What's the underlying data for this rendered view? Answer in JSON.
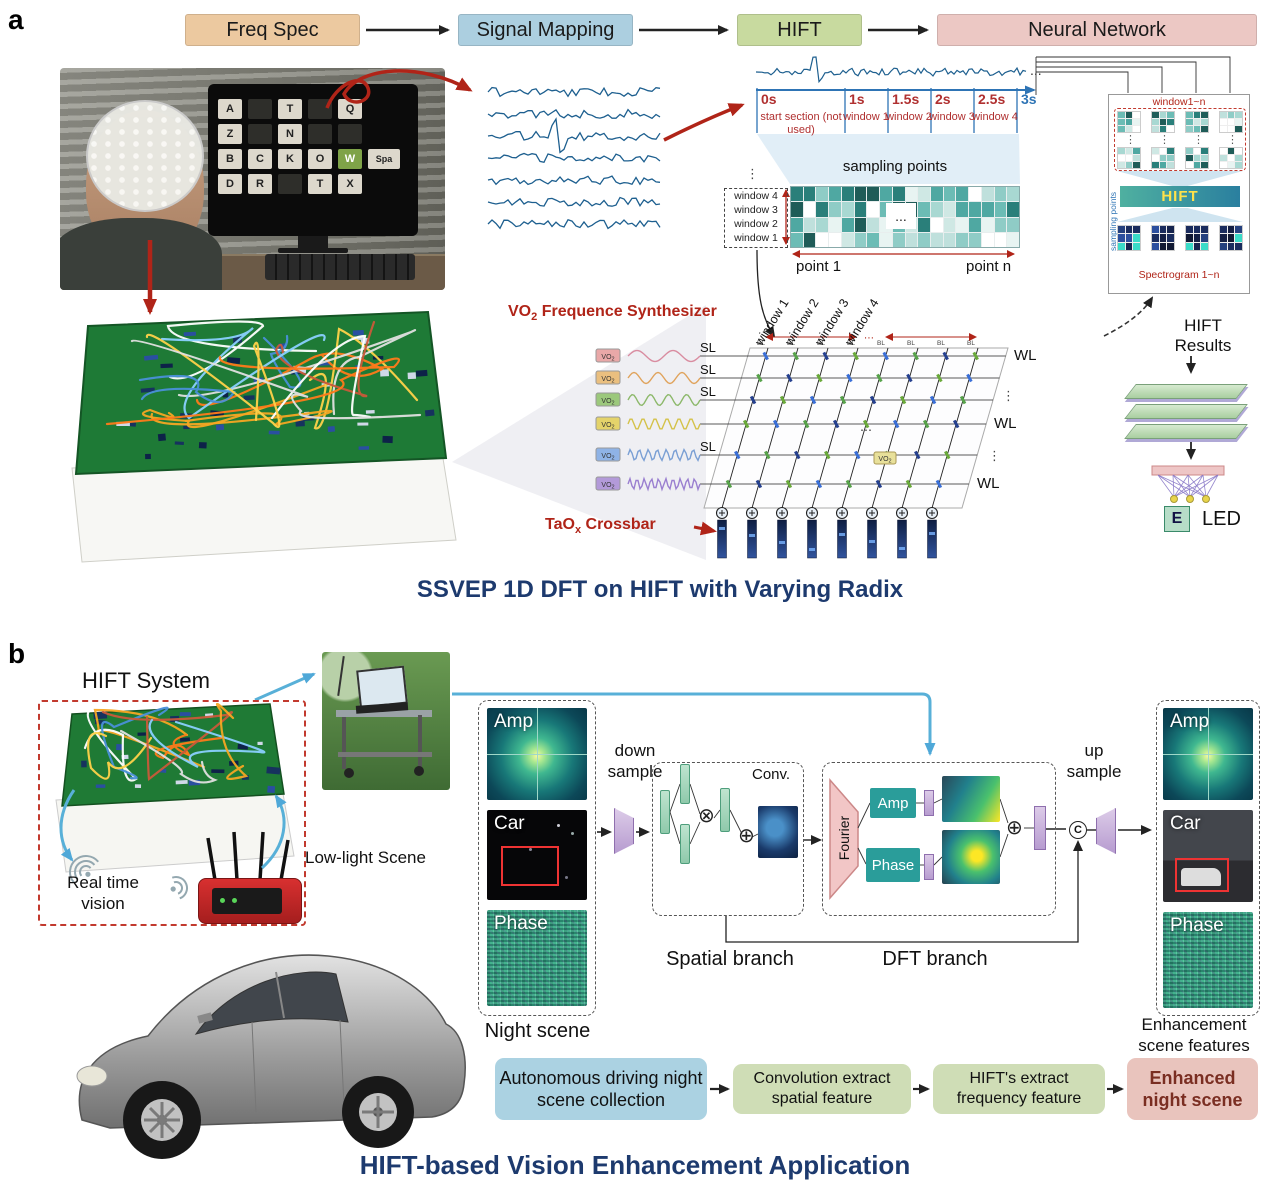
{
  "colors": {
    "accent_red": "#b02418",
    "caption_blue": "#1d3a6e",
    "axis_blue": "#2e74b5",
    "teal": "#2a9d9a",
    "flow_a": [
      "#ecc9a0",
      "#accfe0",
      "#c8da9f",
      "#ecc8c4"
    ],
    "flow_b": [
      "#abd2e2",
      "#cfddb6",
      "#cfddb6",
      "#e9c4bd"
    ]
  },
  "panel_a": {
    "label": "a",
    "flow": [
      {
        "label": "Freq Spec"
      },
      {
        "label": "Signal Mapping"
      },
      {
        "label": "HIFT"
      },
      {
        "label": "Neural Network"
      }
    ],
    "monitor": {
      "rows": [
        [
          "A",
          "",
          "T",
          "",
          "Q"
        ],
        [
          "Z",
          "",
          "N",
          "",
          ""
        ],
        [
          "B",
          "C",
          "K",
          "O",
          "W",
          "Spa"
        ],
        [
          "D",
          "R",
          "",
          "T",
          "X"
        ]
      ],
      "highlight": "W"
    },
    "timeline": {
      "ticks": [
        "0s",
        "1s",
        "1.5s",
        "2s",
        "2.5s",
        "3s"
      ],
      "segments": [
        "start section (not used)",
        "window 1",
        "window 2",
        "window 3",
        "window 4"
      ],
      "ellipsis": "..."
    },
    "sampling_points": "sampling points",
    "window_rows": [
      "window 4",
      "window 3",
      "window 2",
      "window 1"
    ],
    "dots_vertical": "⋮",
    "point_start": "point 1",
    "point_end": "point n",
    "grid_ellipsis": "...",
    "spect_panel": {
      "top_label": "window1~n",
      "side_label": "sampling points",
      "hift": "HIFT",
      "bottom_label": "Spectrogram 1~n",
      "dots": "⋮"
    },
    "vo2_synth": {
      "p": "VO",
      "s": "2",
      "rest": " Frequence Synthesizer"
    },
    "taox": {
      "p": "TaO",
      "s": "x",
      "rest": " Crossbar"
    },
    "chip": {
      "p": "VO",
      "s": "2"
    },
    "sl": "SL",
    "wl": "WL",
    "bl": "BL",
    "col_windows": [
      "window 1",
      "window 2",
      "window 3",
      "window 4"
    ],
    "crossbar_ellipsis": "⋯",
    "hift_results": "HIFT Results",
    "e_label": "E",
    "led_label": "LED",
    "caption": "SSVEP 1D DFT on HIFT with Varying Radix"
  },
  "panel_b": {
    "label": "b",
    "hift_system": "HIFT System",
    "real_time_vision": "Real time vision",
    "low_light": "Low-light Scene",
    "night_images": [
      "Amp",
      "Car",
      "Phase"
    ],
    "night_scene": "Night scene",
    "down_sample": "down sample",
    "up_sample": "up sample",
    "conv": "Conv.",
    "fourier": "Fourier",
    "dft_amp": "Amp",
    "dft_phase": "Phase",
    "spatial_branch": "Spatial branch",
    "dft_branch": "DFT branch",
    "ops": {
      "mult": "⊗",
      "add": "⊕",
      "concat": "C"
    },
    "enh_images": [
      "Amp",
      "Car",
      "Phase"
    ],
    "enhancement_label": "Enhancement scene features",
    "flow": [
      {
        "label": "Autonomous driving night scene collection"
      },
      {
        "label": "Convolution extract spatial feature"
      },
      {
        "label": "HIFT's extract frequency feature"
      },
      {
        "label": "Enhanced night scene"
      }
    ],
    "caption": "HIFT-based Vision Enhancement Application"
  }
}
